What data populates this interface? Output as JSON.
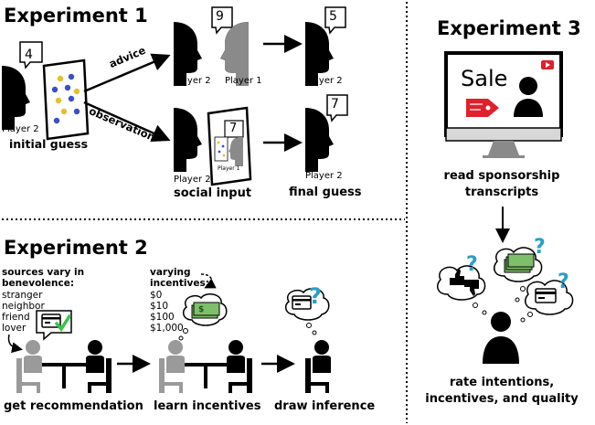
{
  "exp1": {
    "title": "Experiment 1",
    "initial_number": "4",
    "player2": "Player 2",
    "player1": "Player 1",
    "initial_guess": "initial guess",
    "advice": "advice",
    "observation": "observation",
    "advice_p2_number": "9",
    "advice_final_number": "5",
    "observation_number": "7",
    "observation_final_number": "7",
    "social_input": "social input",
    "final_guess": "final guess"
  },
  "exp2": {
    "title": "Experiment 2",
    "sources_heading": "sources vary in benevolence:",
    "sources": [
      "stranger",
      "neighbor",
      "friend",
      "lover"
    ],
    "incentives_heading": "varying incentives:",
    "incentives": [
      "$0",
      "$10",
      "$100",
      "$1,000"
    ],
    "money_symbol": "$",
    "question_mark": "?",
    "get_recommendation": "get recommendation",
    "learn_incentives": "learn incentives",
    "draw_inference": "draw inference"
  },
  "exp3": {
    "title": "Experiment 3",
    "sale": "Sale",
    "read_sponsorship": "read sponsorship",
    "transcripts": "transcripts",
    "rate_line1": "rate intentions,",
    "rate_line2": "incentives, and quality",
    "question_mark": "?"
  },
  "colors": {
    "accent": "#2a9fc4",
    "check": "#3cc24a",
    "money": "#7fbf6a",
    "sale_red": "#e0212b",
    "dot_blue": "#3a4ec7",
    "dot_yellow": "#e6c02a",
    "gray_head": "#8a8a8a"
  }
}
